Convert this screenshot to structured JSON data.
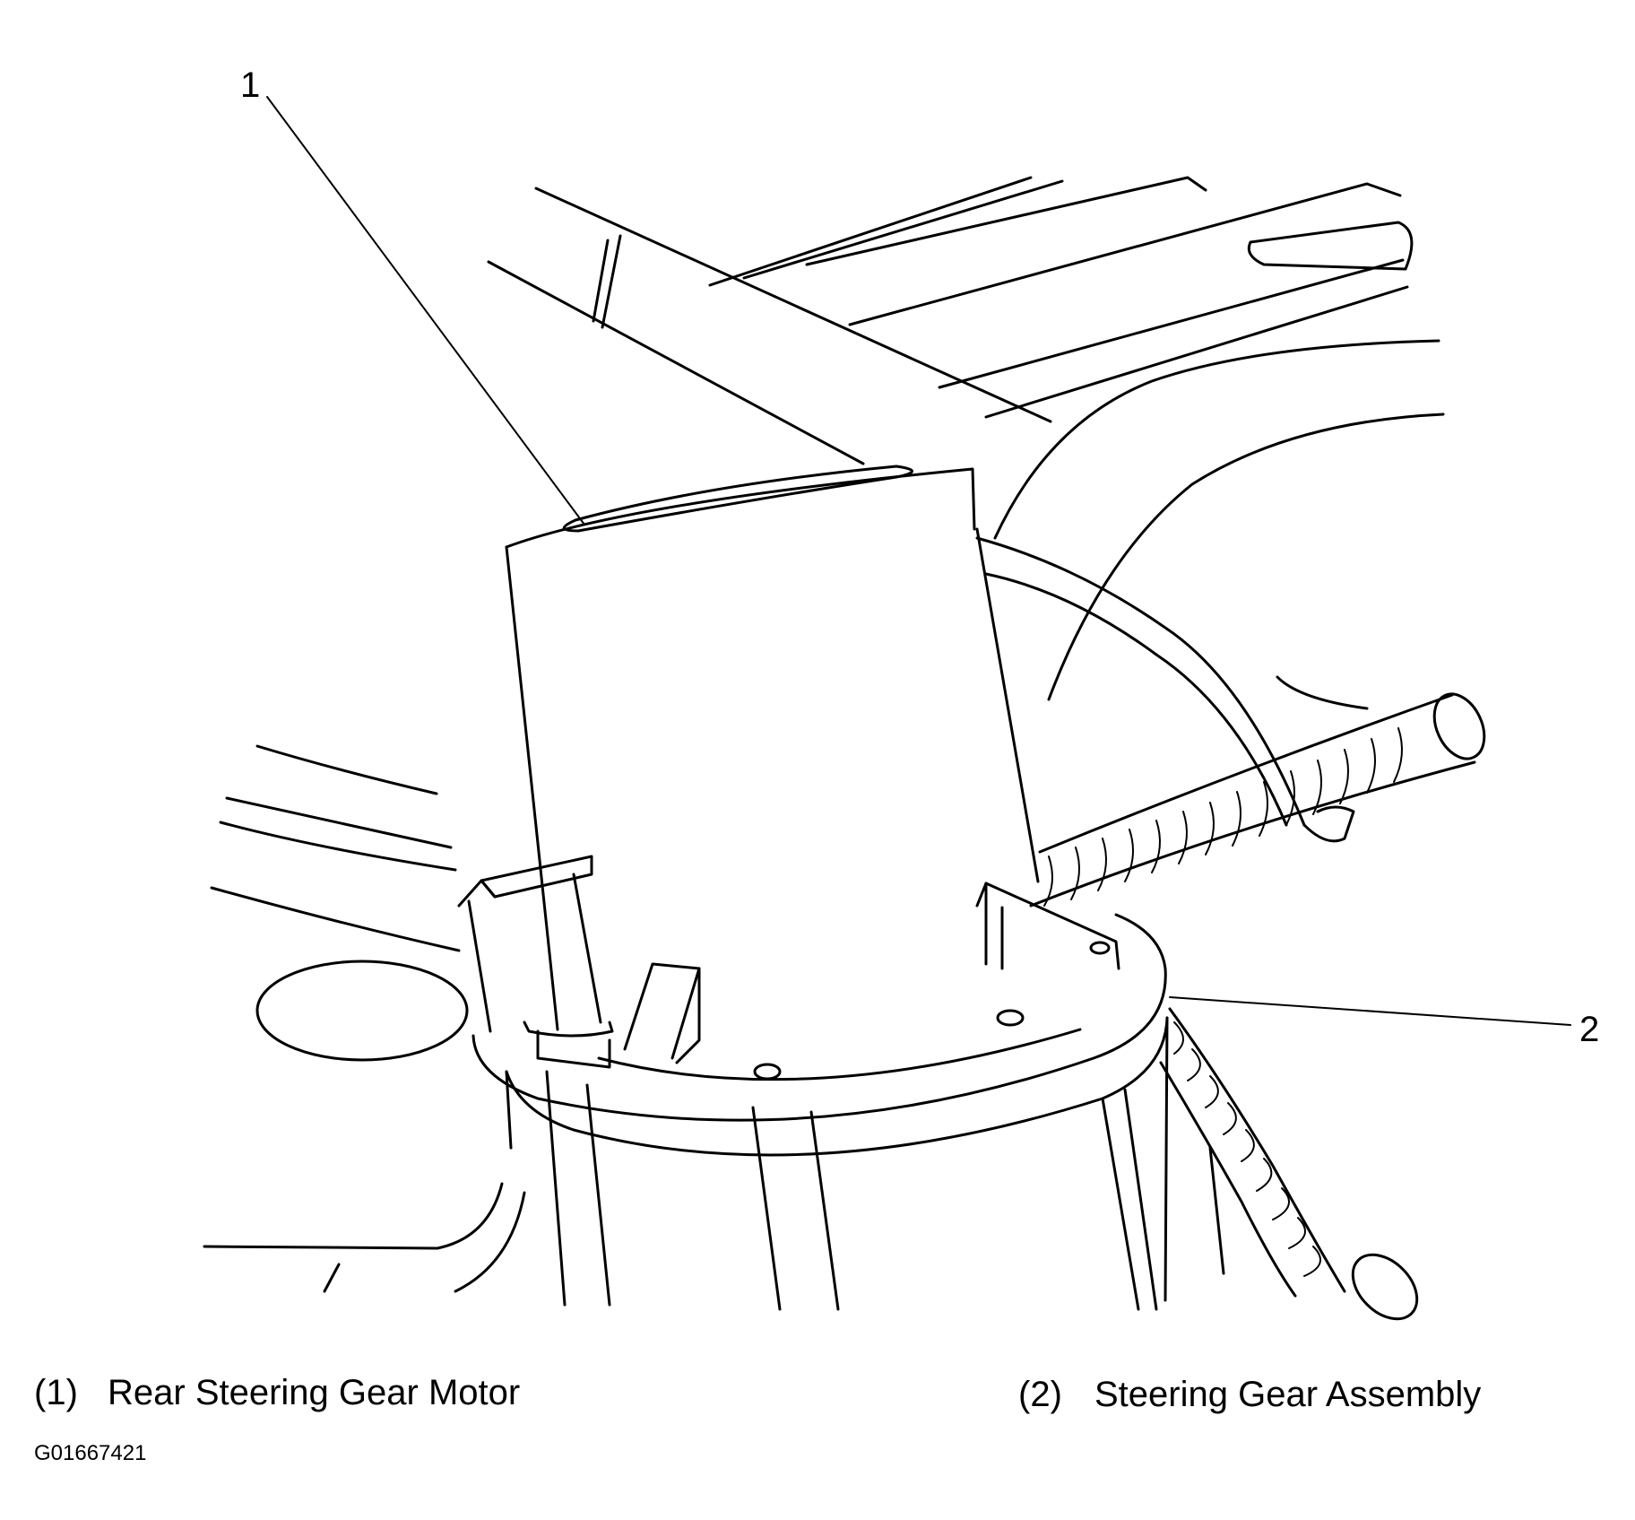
{
  "callouts": [
    {
      "number": "1"
    },
    {
      "number": "2"
    }
  ],
  "legend": [
    {
      "key": "(1)",
      "text": "Rear Steering Gear Motor"
    },
    {
      "key": "(2)",
      "text": "Steering Gear Assembly"
    }
  ],
  "figure_id": "G01667421",
  "colors": {
    "ink": "#000000",
    "background": "#ffffff"
  }
}
